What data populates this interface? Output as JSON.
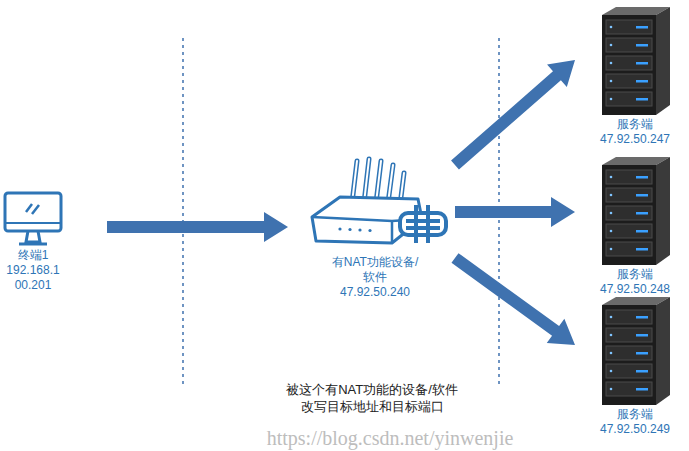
{
  "diagram": {
    "nodes": [
      {
        "text": [
          "终端1",
          "192.168.1 00.201"
        ]
      },
      {
        "text": [
          "有NAT功能设备/ 软件",
          "47.92.50.240"
        ]
      },
      {
        "text": [
          "服务端",
          "47.92.50.247"
        ]
      },
      {
        "text": [
          "服务端",
          "47.92.50.248"
        ]
      },
      {
        "text": [
          "服务端",
          "47.92.50.249"
        ]
      }
    ],
    "edges": [
      {
        "from": 0,
        "to": 1,
        "arrow": "to"
      },
      {
        "from": 1,
        "to": 2,
        "arrow": "to"
      },
      {
        "from": 1,
        "to": 3,
        "arrow": "to"
      },
      {
        "from": 1,
        "to": 4,
        "arrow": "to"
      }
    ],
    "labels": [
      "被这个有NAT功能的设备/软件 改写目标地址和目标端口",
      "https://blog.csdn.net/yinwenjie"
    ]
  }
}
